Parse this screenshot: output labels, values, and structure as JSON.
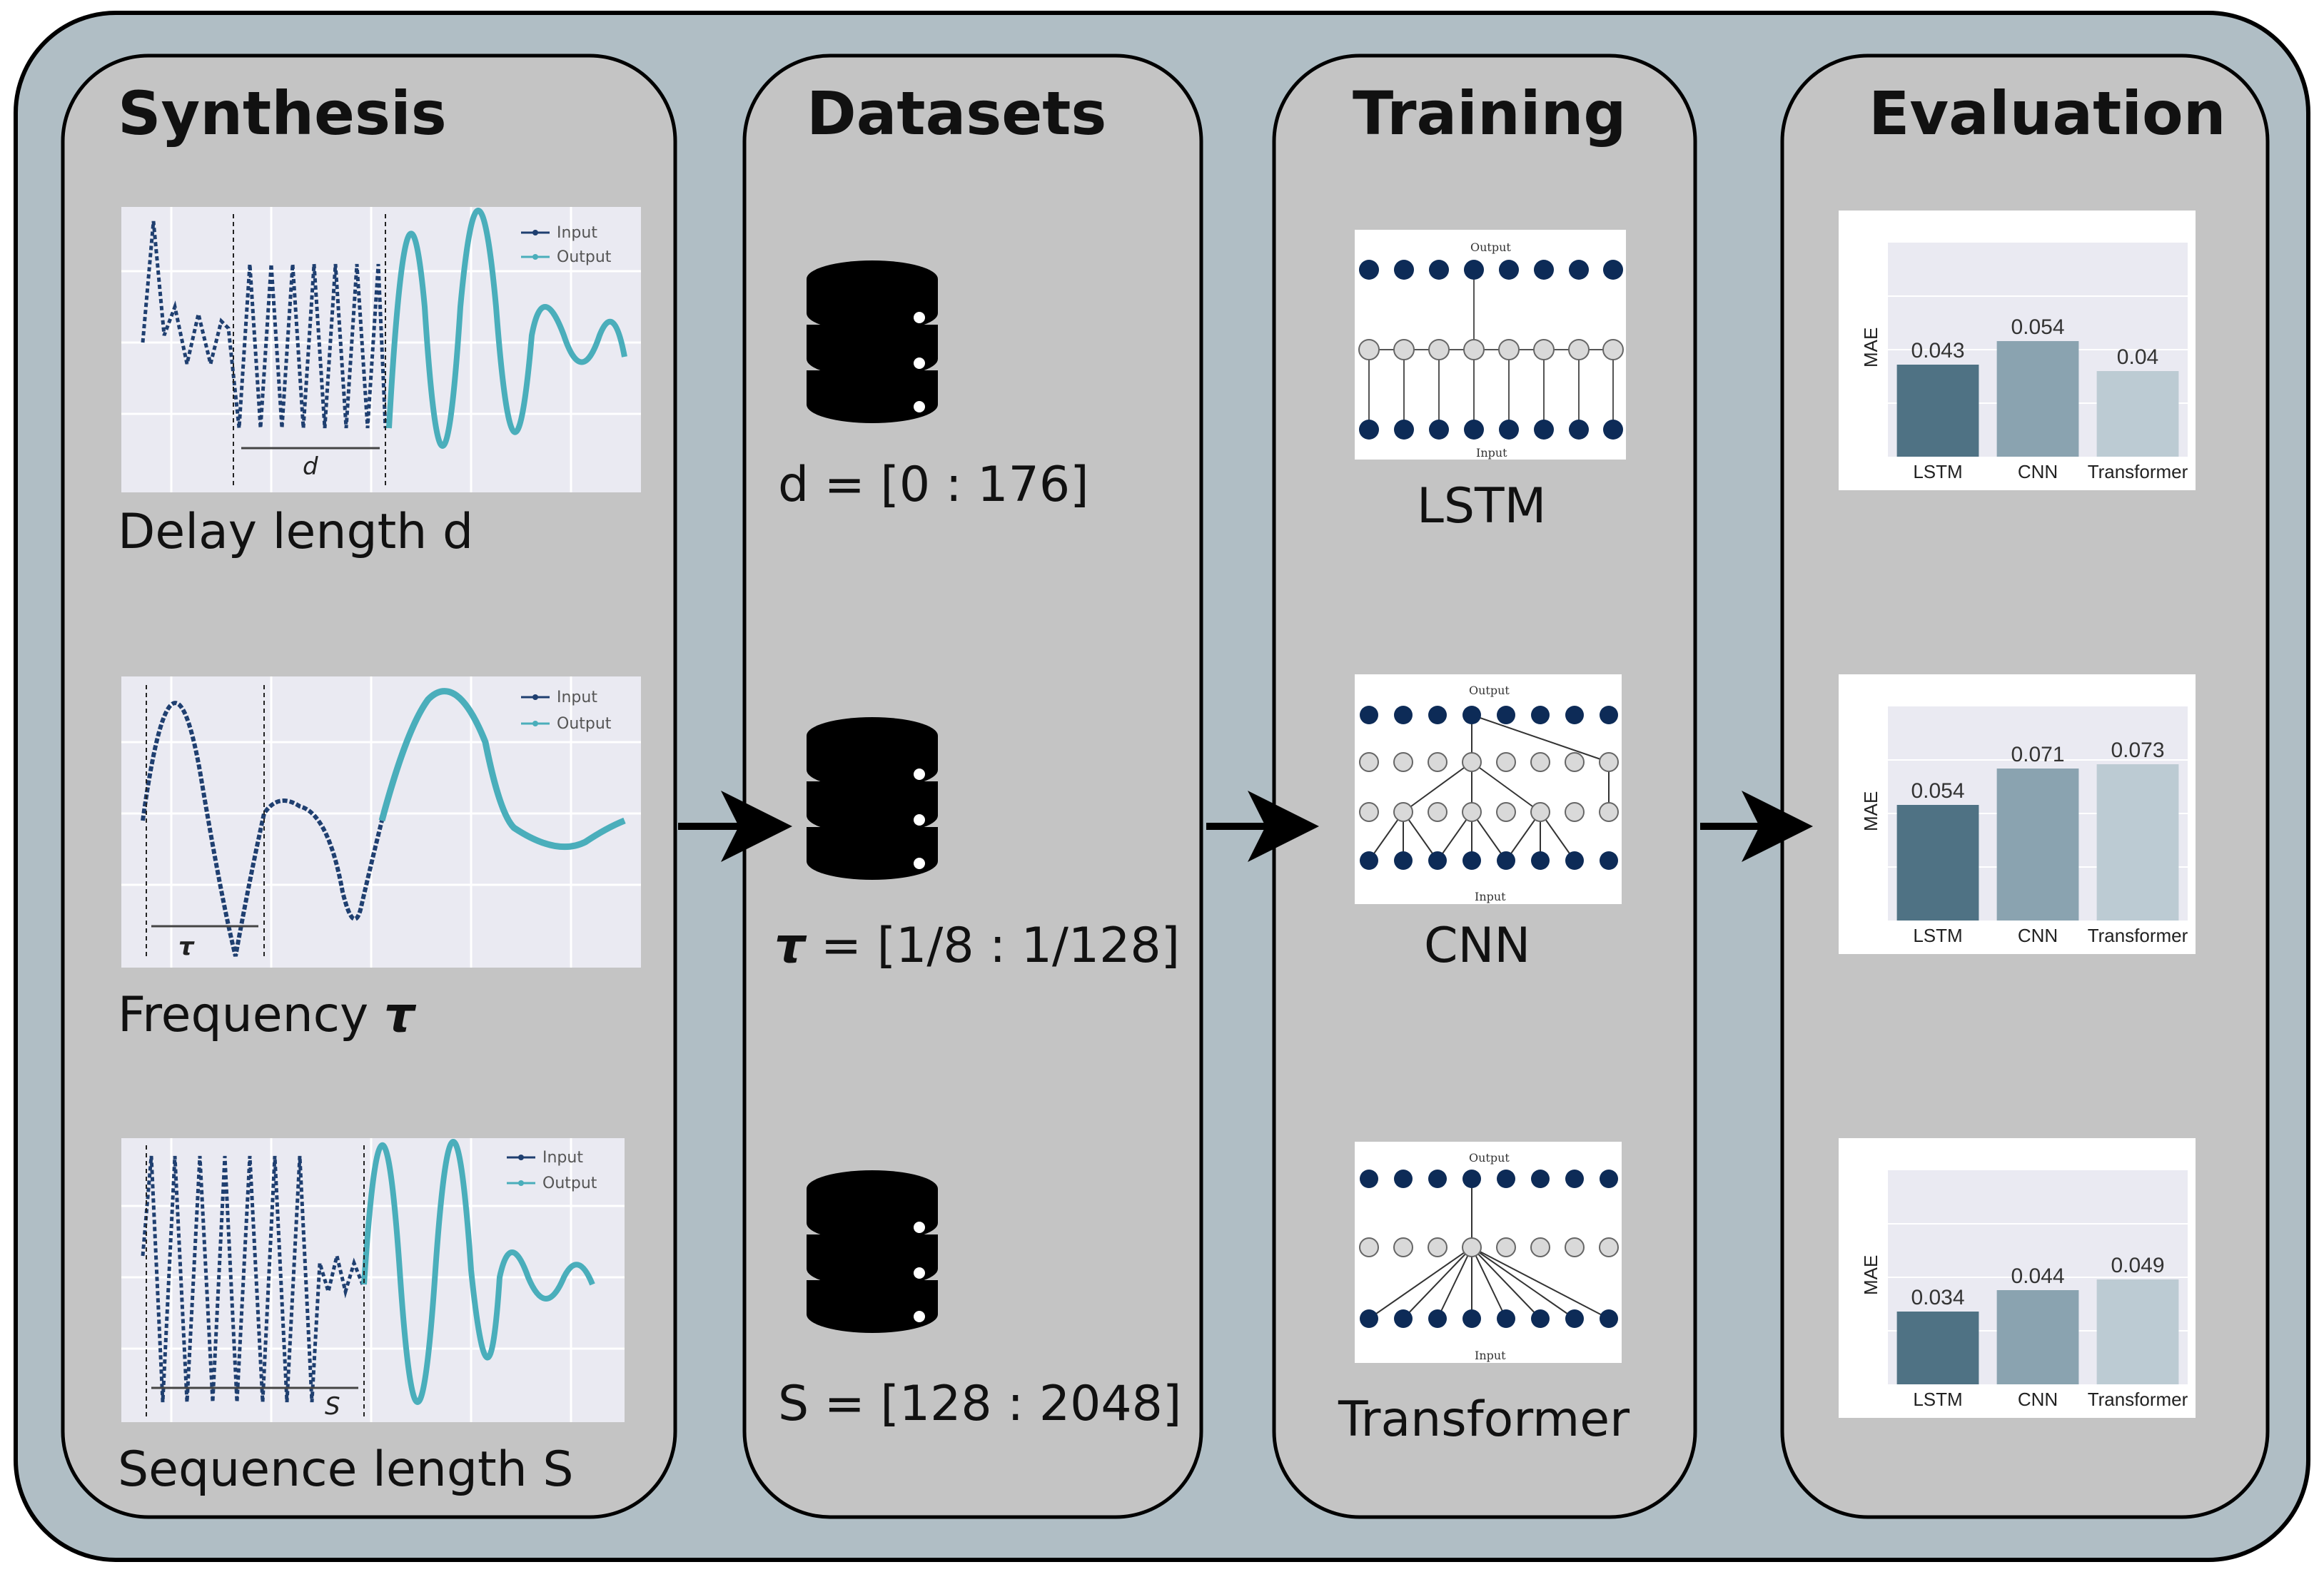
{
  "panels": {
    "synthesis": {
      "title": "Synthesis",
      "captions": [
        "Delay length d",
        "Frequency ",
        "Sequence length S"
      ],
      "tau_symbol": "τ",
      "plot_markers": [
        "d",
        "τ",
        "S"
      ],
      "legend": {
        "input": "Input",
        "output": "Output"
      }
    },
    "datasets": {
      "title": "Datasets",
      "ranges": [
        "d = [0 : 176]",
        " = [1/8 : 1/128]",
        "S = [128 : 2048]"
      ],
      "tau_symbol": "τ"
    },
    "training": {
      "title": "Training",
      "models": [
        "LSTM",
        "CNN",
        "Transformer"
      ],
      "diagram_labels": {
        "output": "Output",
        "input": "Input"
      }
    },
    "evaluation": {
      "title": "Evaluation"
    }
  },
  "colors": {
    "background": "#b0bec5",
    "panel": "#c4c4c4",
    "input_series": "#1f3f70",
    "output_series": "#4aaebb",
    "node_dark": "#0d2b57",
    "node_light": "#d9d9d9",
    "plot_bg": "#eaeaf2",
    "bar_colors": [
      "#4f7284",
      "#8aa3b0",
      "#bccbd3"
    ]
  },
  "chart_data": [
    {
      "type": "bar",
      "categories": [
        "LSTM",
        "CNN",
        "Transformer"
      ],
      "values": [
        0.043,
        0.054,
        0.04
      ],
      "value_labels": [
        "0.043",
        "0.054",
        "0.04"
      ],
      "ylabel": "MAE",
      "ylim": [
        0,
        0.1
      ]
    },
    {
      "type": "bar",
      "categories": [
        "LSTM",
        "CNN",
        "Transformer"
      ],
      "values": [
        0.054,
        0.071,
        0.073
      ],
      "value_labels": [
        "0.054",
        "0.071",
        "0.073"
      ],
      "ylabel": "MAE",
      "ylim": [
        0,
        0.1
      ]
    },
    {
      "type": "bar",
      "categories": [
        "LSTM",
        "CNN",
        "Transformer"
      ],
      "values": [
        0.034,
        0.044,
        0.049
      ],
      "value_labels": [
        "0.034",
        "0.044",
        "0.049"
      ],
      "ylabel": "MAE",
      "ylim": [
        0,
        0.1
      ]
    }
  ]
}
